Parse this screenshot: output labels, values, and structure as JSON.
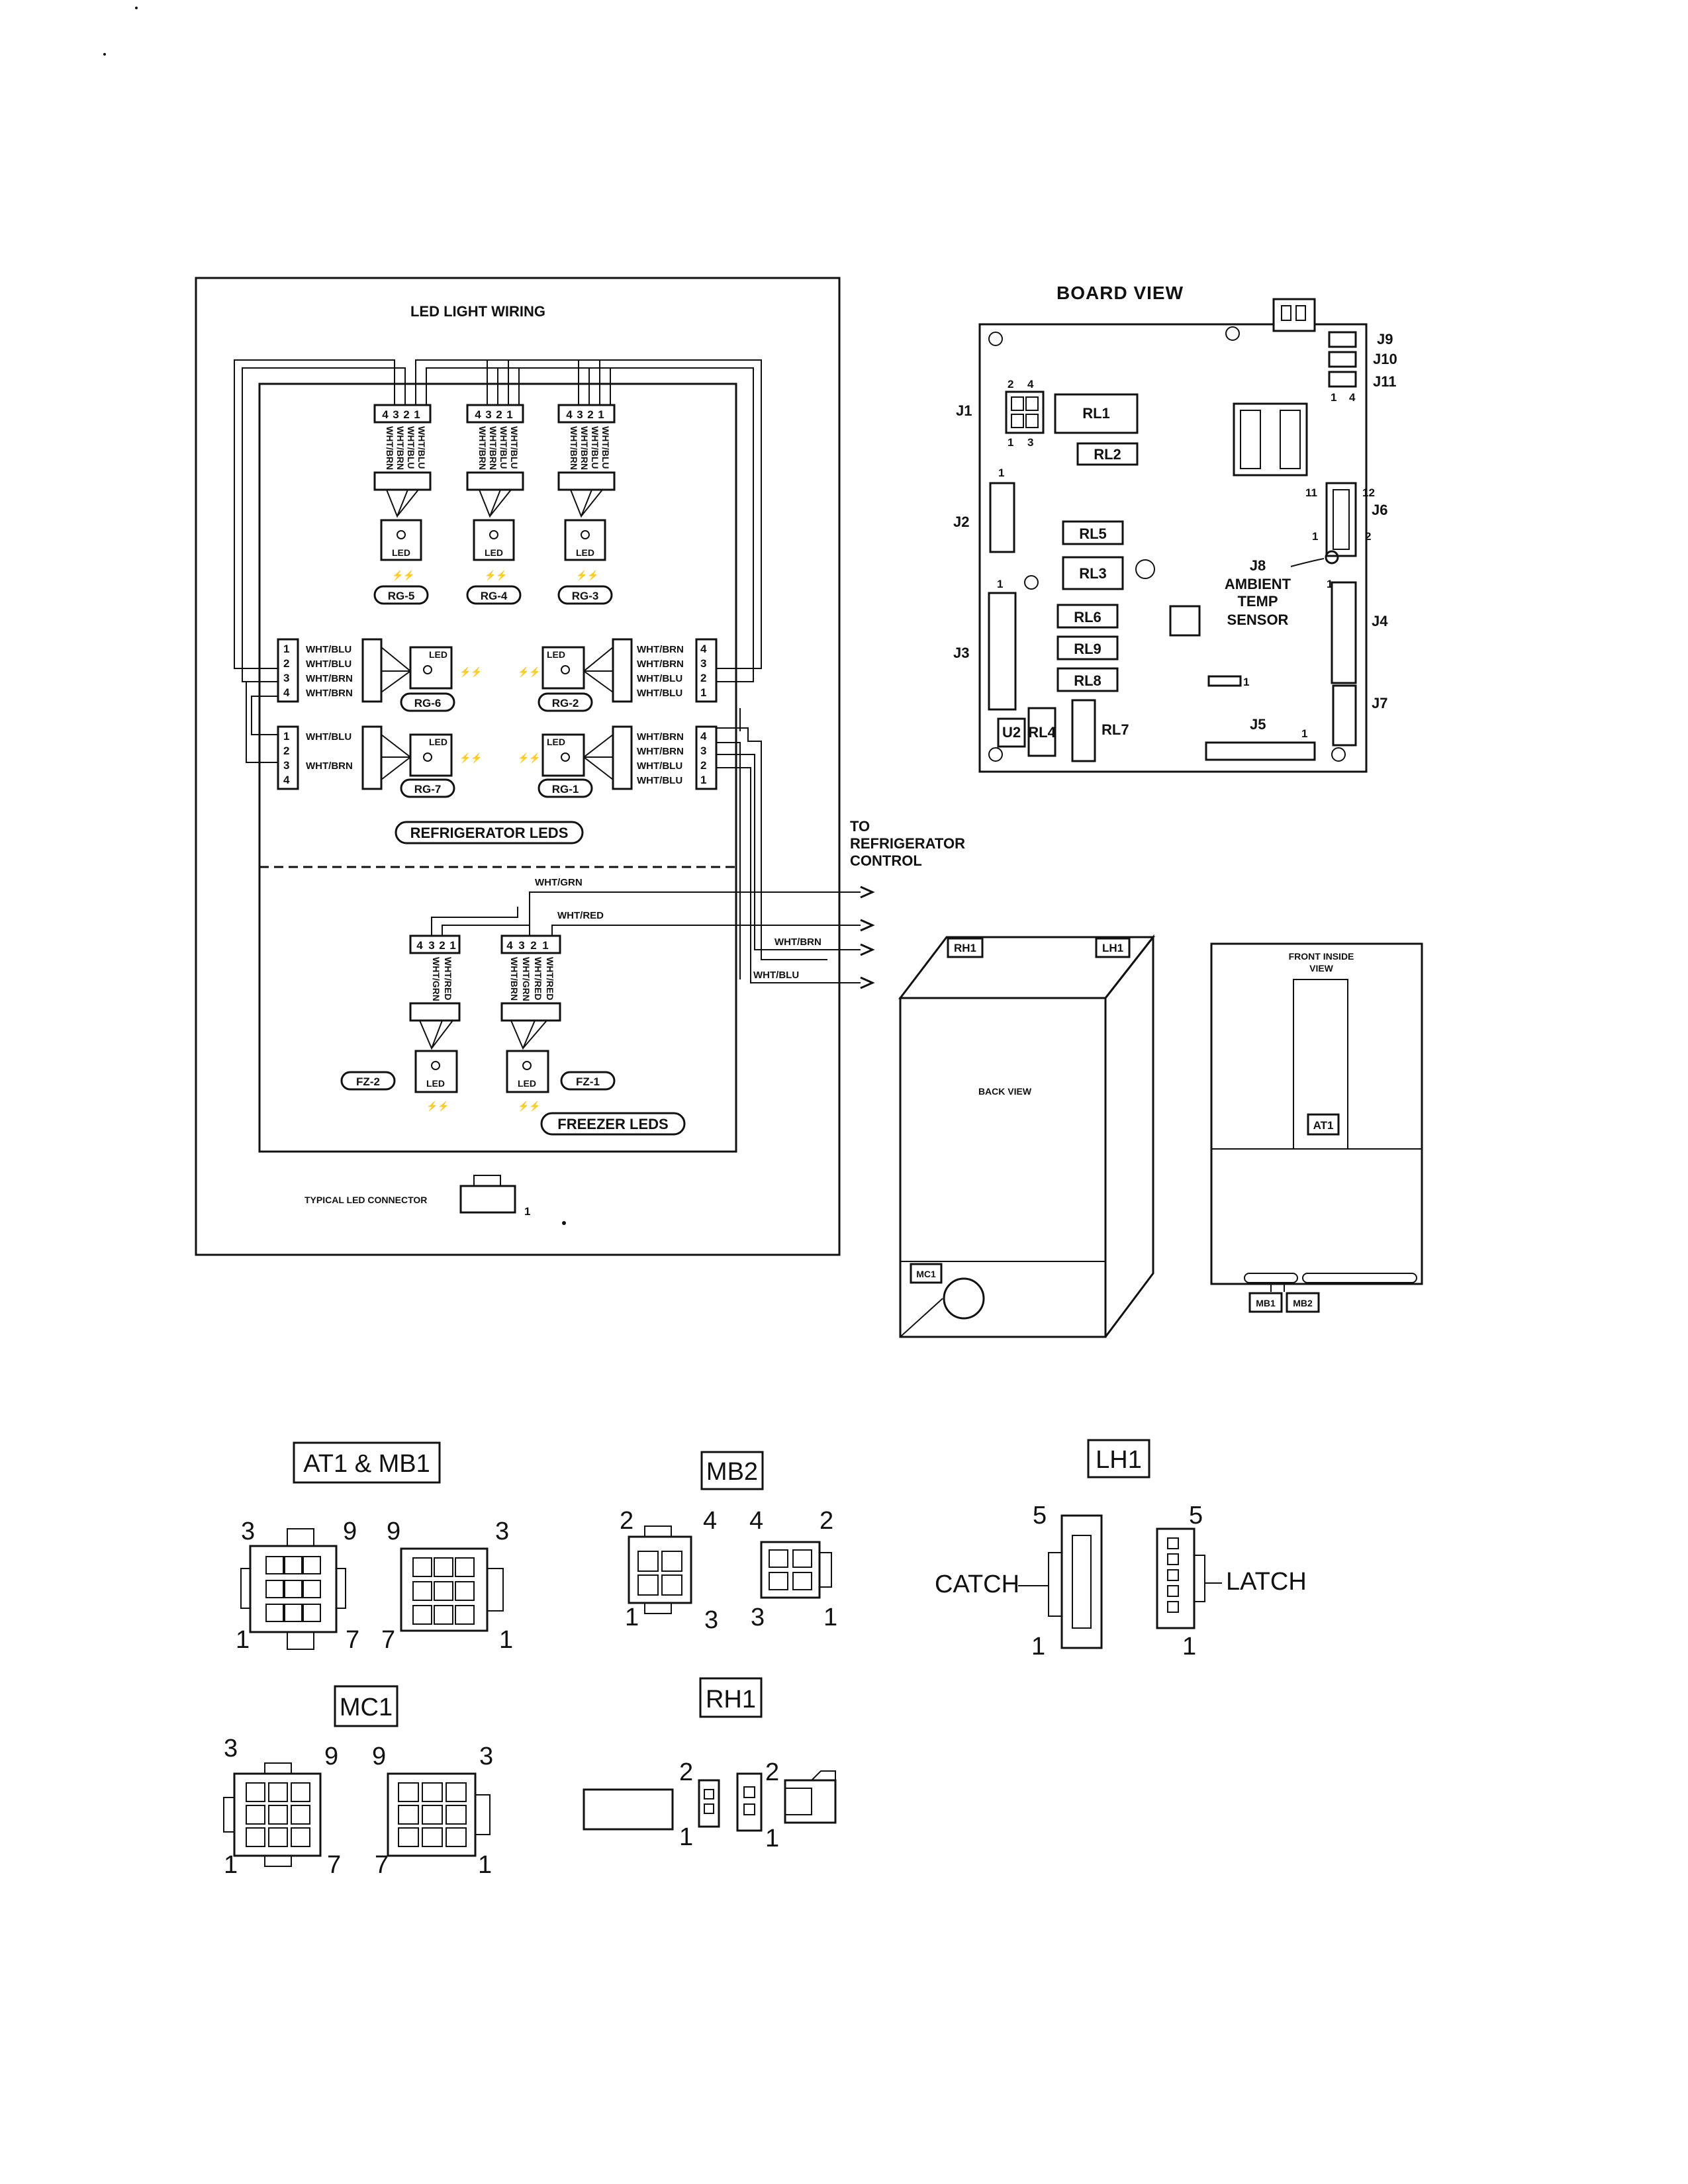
{
  "led_panel": {
    "title": "LED LIGHT WIRING",
    "top_pins": [
      "4",
      "3",
      "2",
      "1"
    ],
    "top_wires": [
      "WHT/BRN",
      "WHT/BRN",
      "WHT/BLU",
      "WHT/BLU"
    ],
    "led_text": "LED",
    "top_leds": [
      "RG-5",
      "RG-4",
      "RG-3"
    ],
    "left_wires": [
      "WHT/BLU",
      "WHT/BLU",
      "WHT/BRN",
      "WHT/BRN"
    ],
    "left_pins": [
      "1",
      "2",
      "3",
      "4"
    ],
    "rg6": "RG-6",
    "rg7": "RG-7",
    "rg7_wires": [
      "WHT/BLU",
      "WHT/BRN"
    ],
    "right_wires": [
      "WHT/BRN",
      "WHT/BRN",
      "WHT/BLU",
      "WHT/BLU"
    ],
    "right_pins": [
      "4",
      "3",
      "2",
      "1"
    ],
    "rg2": "RG-2",
    "rg1": "RG-1",
    "fridge_section": "REFRIGERATOR LEDS",
    "freezer_section": "FREEZER LEDS",
    "fz_left_pins": [
      "4",
      "3",
      "2",
      "1"
    ],
    "fz_left_wires": [
      "WHT/GRN",
      "WHT/RED"
    ],
    "fz_right_pins": [
      "4",
      "3",
      "2",
      "1"
    ],
    "fz_right_wires": [
      "WHT/BRN",
      "WHT/GRN",
      "WHT/RED",
      "WHT/RED"
    ],
    "fz2": "FZ-2",
    "fz1": "FZ-1",
    "wire_grn": "WHT/GRN",
    "wire_red": "WHT/RED",
    "wire_brn": "WHT/BRN",
    "wire_blu": "WHT/BLU",
    "typical": "TYPICAL LED CONNECTOR",
    "typical_pin": "1"
  },
  "to_control": [
    "TO",
    "REFRIGERATOR",
    "CONTROL"
  ],
  "board": {
    "title": "BOARD VIEW",
    "relays": [
      "RL1",
      "RL2",
      "RL5",
      "RL3",
      "RL6",
      "RL9",
      "RL8",
      "RL4",
      "RL7"
    ],
    "u2": "U2",
    "j1": "J1",
    "j1_pins": [
      "2",
      "4",
      "1",
      "3"
    ],
    "j2": "J2",
    "j2_pin": "1",
    "j3": "J3",
    "j3_pin": "1",
    "j4": "J4",
    "j4_pin": "1",
    "j5": "J5",
    "j5_pin": "1",
    "j6": "J6",
    "j6_pins": [
      "11",
      "12",
      "1",
      "2"
    ],
    "j7": "J7",
    "j8": [
      "J8",
      "AMBIENT",
      "TEMP",
      "SENSOR"
    ],
    "j9": "J9",
    "j10": "J10",
    "j11": "J11",
    "j11_pins": [
      "1",
      "4"
    ],
    "small_pin": "1"
  },
  "cabinet": {
    "rh1": "RH1",
    "lh1": "LH1",
    "mc1": "MC1",
    "back_view": "BACK VIEW",
    "front_view": [
      "FRONT INSIDE",
      "VIEW"
    ],
    "at1": "AT1",
    "mb1": "MB1",
    "mb2": "MB2"
  },
  "connectors": {
    "at1_mb1": {
      "title": "AT1 & MB1",
      "pins": [
        "3",
        "9",
        "1",
        "7",
        "9",
        "3",
        "7",
        "1"
      ]
    },
    "mb2": {
      "title": "MB2",
      "pins": [
        "2",
        "4",
        "1",
        "3",
        "4",
        "2",
        "3",
        "1"
      ]
    },
    "lh1": {
      "title": "LH1",
      "pins": [
        "5",
        "1",
        "5",
        "1"
      ],
      "catch": "CATCH",
      "latch": "LATCH"
    },
    "mc1": {
      "title": "MC1",
      "pins": [
        "3",
        "9",
        "1",
        "7",
        "9",
        "3",
        "7",
        "1"
      ]
    },
    "rh1": {
      "title": "RH1",
      "pins": [
        "2",
        "1",
        "2",
        "1"
      ]
    }
  }
}
